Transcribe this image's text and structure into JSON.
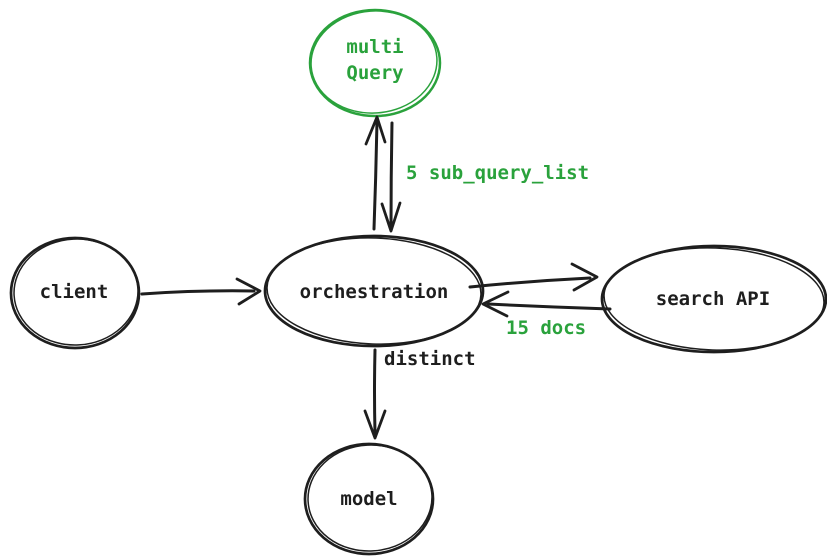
{
  "diagram": {
    "type": "flow-diagram",
    "style": "hand-drawn-sketch",
    "colors": {
      "ink": "#1e1e1e",
      "green": "#2aa23c",
      "background": "#ffffff"
    },
    "nodes": {
      "multi_query": {
        "label_line1": "multi",
        "label_line2": "Query",
        "shape": "ellipse",
        "stroke_color": "#2aa23c",
        "text_color": "#2aa23c"
      },
      "orchestration": {
        "label": "orchestration",
        "shape": "ellipse",
        "stroke_color": "#1e1e1e",
        "text_color": "#1e1e1e"
      },
      "client": {
        "label": "client",
        "shape": "ellipse",
        "stroke_color": "#1e1e1e",
        "text_color": "#1e1e1e"
      },
      "search_api": {
        "label": "search API",
        "shape": "ellipse",
        "stroke_color": "#1e1e1e",
        "text_color": "#1e1e1e"
      },
      "model": {
        "label": "model",
        "shape": "ellipse",
        "stroke_color": "#1e1e1e",
        "text_color": "#1e1e1e"
      }
    },
    "edges": [
      {
        "from": "client",
        "to": "orchestration",
        "direction": "one-way",
        "label": ""
      },
      {
        "from": "orchestration",
        "to": "multi_query",
        "direction": "two-way-arrow-pair",
        "label": "5 sub_query_list",
        "label_color": "#2aa23c"
      },
      {
        "from": "orchestration",
        "to": "search_api",
        "direction": "two-way-arrow-pair",
        "label": "15 docs",
        "label_color": "#2aa23c"
      },
      {
        "from": "orchestration",
        "to": "model",
        "direction": "one-way",
        "label": "distinct",
        "label_color": "#1e1e1e"
      }
    ]
  }
}
